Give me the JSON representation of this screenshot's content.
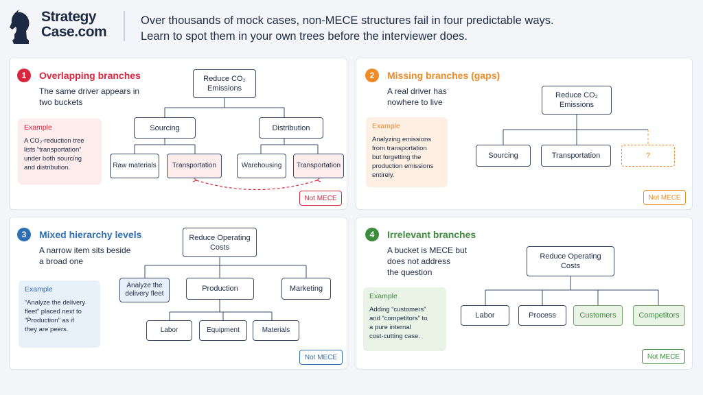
{
  "header": {
    "logo_line1": "Strategy",
    "logo_line2": "Case.com",
    "headline_line1": "Over thousands of mock cases, non-MECE structures fail in four predictable ways.",
    "headline_line2": "Learn to spot them in your own trees before the interviewer does."
  },
  "colors": {
    "red": "#d7263d",
    "orange": "#f08a24",
    "blue": "#2f6fb3",
    "green": "#3d8b3d",
    "navy": "#1c2a44"
  },
  "panels": [
    {
      "number": "1",
      "title": "Overlapping branches",
      "desc_line1": "The same driver appears in",
      "desc_line2": "two buckets",
      "example_label": "Example",
      "example_lines": [
        "A CO₂-reduction tree",
        "lists “transportation”",
        "under both sourcing",
        "and distribution."
      ],
      "tag": "Not MECE",
      "tree": {
        "root": [
          "Reduce CO₂",
          "Emissions"
        ],
        "l1": [
          "Sourcing",
          "Distribution"
        ],
        "l2": [
          "Raw materials",
          "Transportation",
          "Warehousing",
          "Transportation"
        ]
      }
    },
    {
      "number": "2",
      "title": "Missing branches (gaps)",
      "desc_line1": "A real driver has",
      "desc_line2": "nowhere to live",
      "example_label": "Example",
      "example_lines": [
        "Analyzing emissions",
        "from transportation",
        "but forgetting the",
        "production emissions",
        "entirely."
      ],
      "tag": "Not MECE",
      "tree": {
        "root": [
          "Reduce CO₂",
          "Emissions"
        ],
        "l1": [
          "Sourcing",
          "Transportation",
          "?"
        ]
      }
    },
    {
      "number": "3",
      "title": "Mixed hierarchy levels",
      "desc_line1": "A narrow item sits beside",
      "desc_line2": "a broad one",
      "example_label": "Example",
      "example_lines": [
        "“Analyze the delivery",
        "fleet” placed next to",
        "“Production” as if",
        "they are peers."
      ],
      "tag": "Not MECE",
      "tree": {
        "root": [
          "Reduce Operating",
          "Costs"
        ],
        "l1": [
          "Analyze the delivery fleet",
          "Production",
          "Marketing"
        ],
        "l2": [
          "Labor",
          "Equipment",
          "Materials"
        ]
      }
    },
    {
      "number": "4",
      "title": "Irrelevant branches",
      "desc_line1": "A bucket is MECE but",
      "desc_line2": "does not address",
      "desc_line3": "the question",
      "example_label": "Example",
      "example_lines": [
        "Adding “customers”",
        "and “competitors” to",
        "a pure internal",
        "cost-cutting case."
      ],
      "tag": "Not MECE",
      "tree": {
        "root": [
          "Reduce Operating",
          "Costs"
        ],
        "l1": [
          "Labor",
          "Process",
          "Customers",
          "Competitors"
        ]
      }
    }
  ]
}
